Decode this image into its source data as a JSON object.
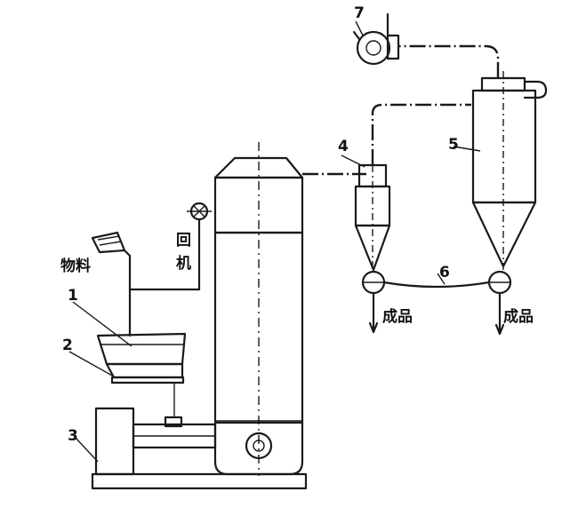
{
  "labels": {
    "n1": "1",
    "n2": "2",
    "n3": "3",
    "n4": "4",
    "n5": "5",
    "n6": "6",
    "n7": "7",
    "material": "物料",
    "return_1": "回",
    "return_2": "机",
    "product_left": "成品",
    "product_right": "成品"
  }
}
